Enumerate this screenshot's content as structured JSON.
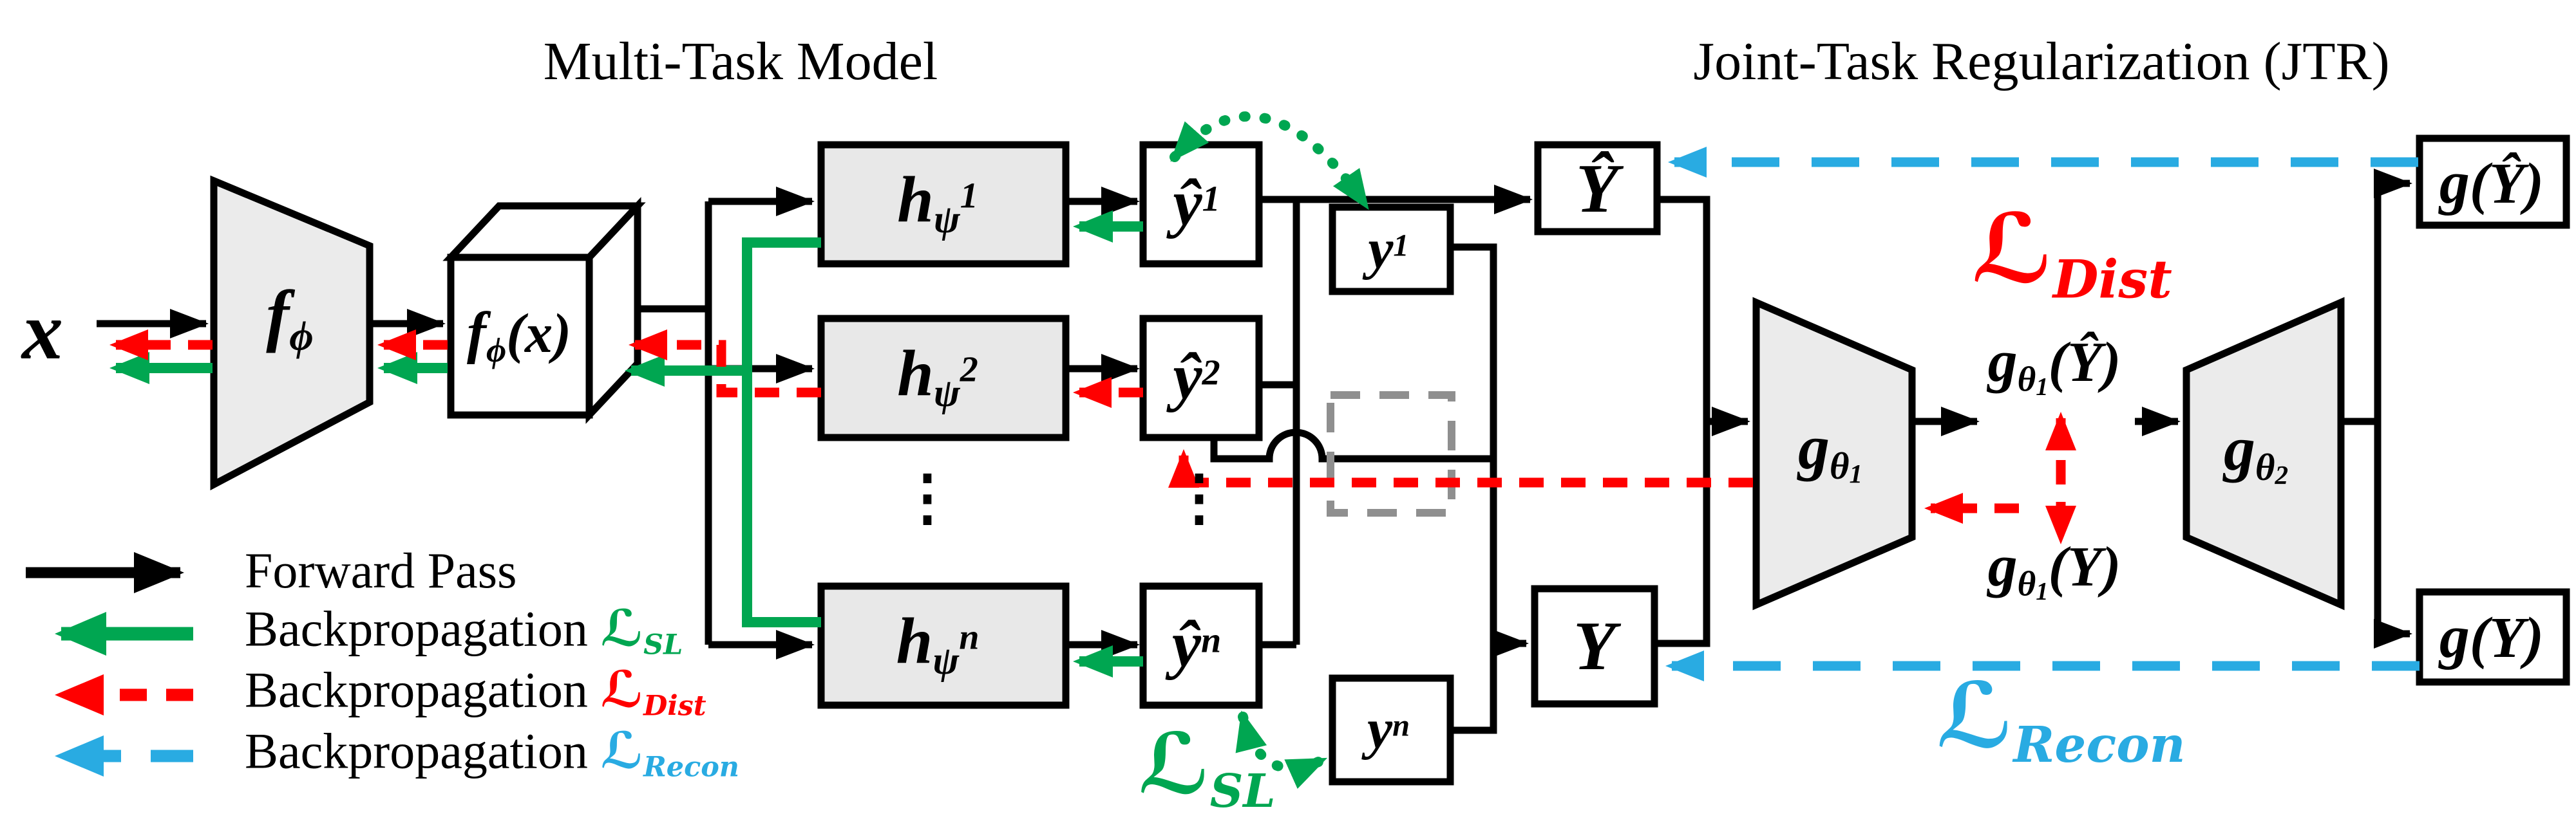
{
  "titles": {
    "left": "Multi-Task Model",
    "right": "Joint-Task Regularization (JTR)"
  },
  "legend": {
    "rows": [
      {
        "label": "Forward Pass"
      },
      {
        "label": "Backpropagation",
        "loss": {
          "script": "ℒ",
          "sub": "SL"
        }
      },
      {
        "label": "Backpropagation",
        "loss": {
          "script": "ℒ",
          "sub": "Dist"
        }
      },
      {
        "label": "Backpropagation",
        "loss": {
          "script": "ℒ",
          "sub": "Recon"
        }
      }
    ]
  },
  "nodes": {
    "input": {
      "base": "x"
    },
    "encoder": {
      "base": "f",
      "sub": "ϕ"
    },
    "feature": {
      "base": "f",
      "sub": "ϕ",
      "tail": "(x)"
    },
    "head1": {
      "base": "h",
      "sub": "ψ",
      "sup": "1"
    },
    "head2": {
      "base": "h",
      "sub": "ψ",
      "sup": "2"
    },
    "headn": {
      "base": "h",
      "sub": "ψ",
      "sup": "n"
    },
    "pred1": {
      "base": "ŷ",
      "sup": "1"
    },
    "pred2": {
      "base": "ŷ",
      "sup": "2"
    },
    "predn": {
      "base": "ŷ",
      "sup": "n"
    },
    "gt1": {
      "base": "y",
      "sup": "1"
    },
    "gtn": {
      "base": "y",
      "sup": "n"
    },
    "Yhat": {
      "base": "Ŷ"
    },
    "Y": {
      "base": "Y"
    },
    "g1": {
      "base": "g",
      "sub": "θ",
      "ssub": "1"
    },
    "g2": {
      "base": "g",
      "sub": "θ",
      "ssub": "2"
    },
    "g1Yhat": {
      "base": "g",
      "sub": "θ",
      "ssub": "1",
      "tail": "(Ŷ)"
    },
    "g1Y": {
      "base": "g",
      "sub": "θ",
      "ssub": "1",
      "tail": "(Y)"
    },
    "gYhat": {
      "base": "g",
      "tail": "(Ŷ)"
    },
    "gY": {
      "base": "g",
      "tail": "(Y)"
    },
    "vdots": "⋮"
  },
  "losses": {
    "sl": {
      "script": "ℒ",
      "sub": "SL"
    },
    "dist": {
      "script": "ℒ",
      "sub": "Dist"
    },
    "recon": {
      "script": "ℒ",
      "sub": "Recon"
    }
  },
  "colors": {
    "forward": "#000000",
    "sl": "#00a651",
    "dist": "#ff0000",
    "recon": "#29abe2",
    "block_fill": "#ebebeb",
    "dashed_placeholder": "#8f8f8f"
  }
}
